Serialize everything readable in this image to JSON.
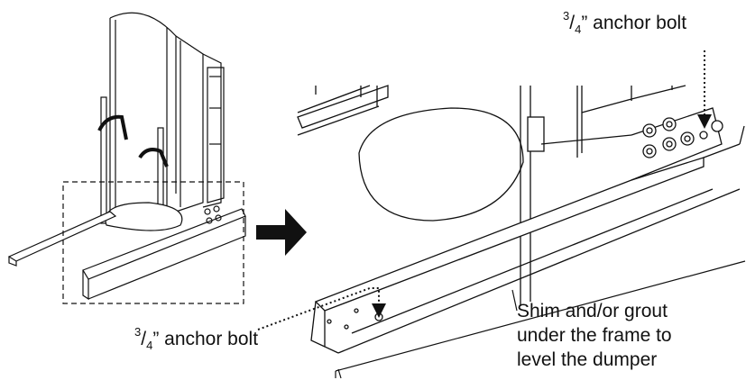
{
  "labels": {
    "bolt_top": {
      "numerator": "3",
      "denominator": "4",
      "rest": "” anchor bolt"
    },
    "bolt_bottom": {
      "numerator": "3",
      "denominator": "4",
      "rest": "” anchor bolt"
    },
    "shim_note": [
      "Shim and/or grout",
      "under the frame to",
      "level the dumper"
    ]
  },
  "colors": {
    "ink": "#111111",
    "arrow": "#111111",
    "background": "#ffffff"
  }
}
